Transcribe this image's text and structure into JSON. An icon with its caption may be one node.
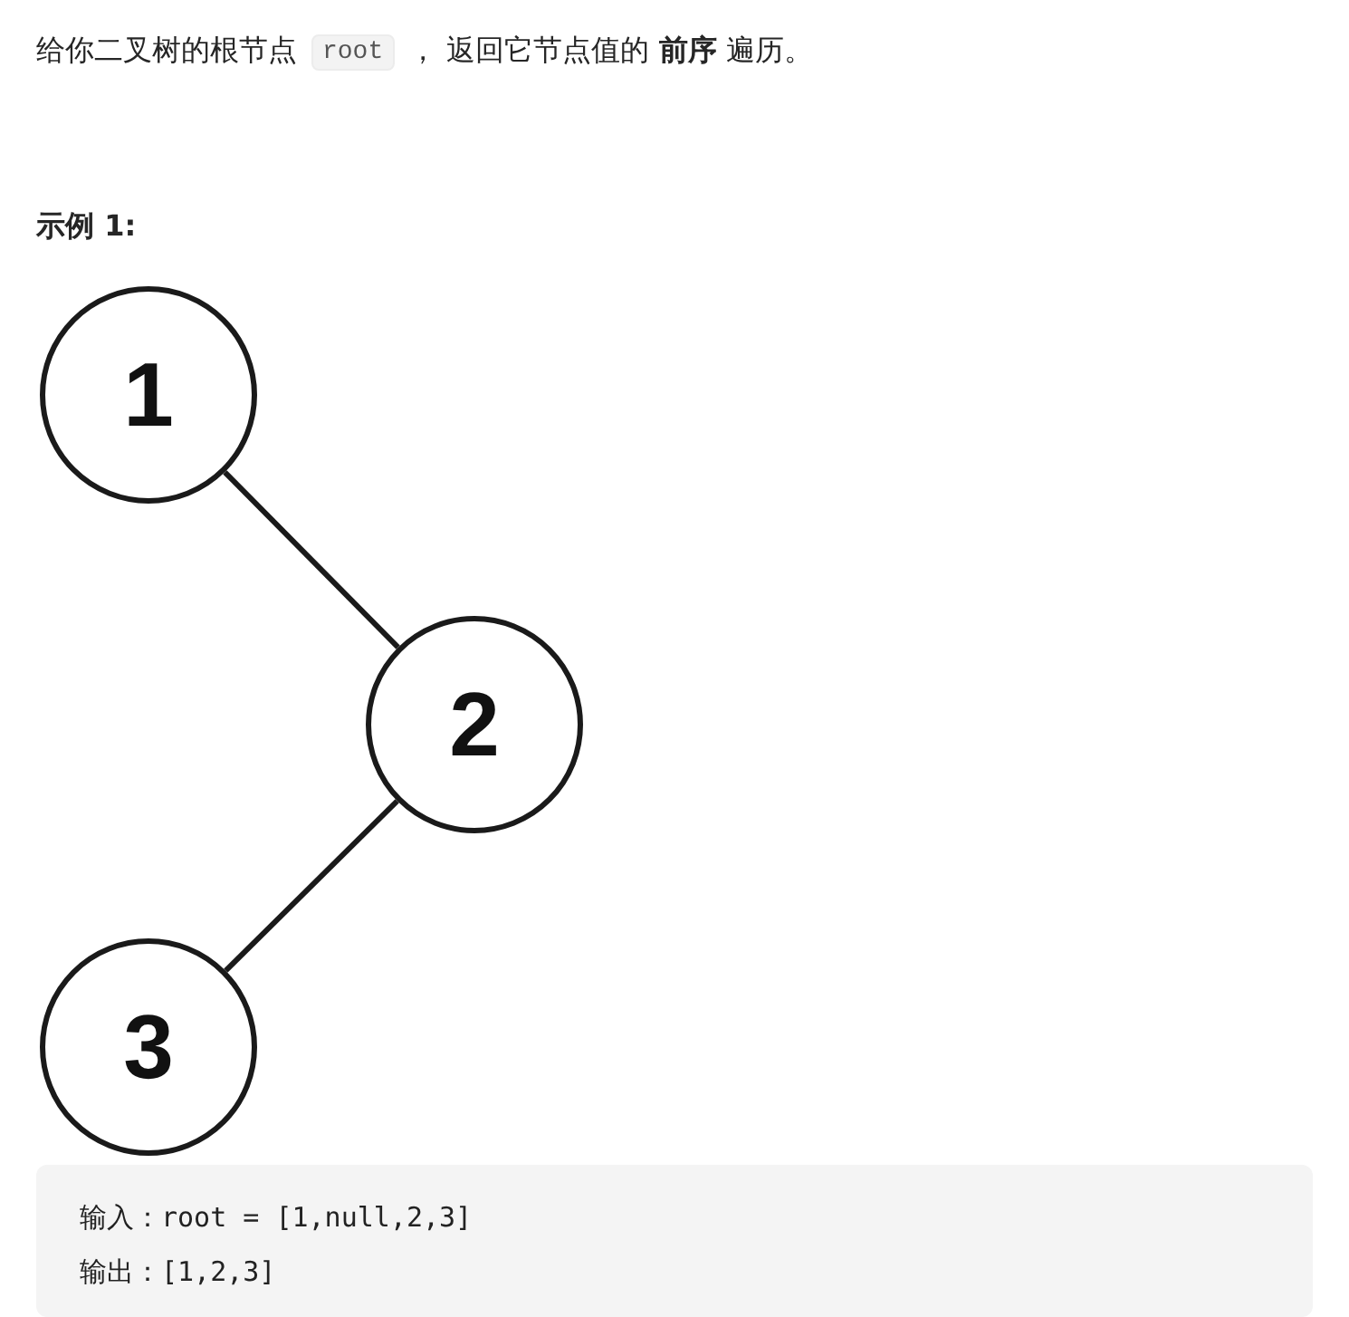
{
  "diagram": {
    "nodes": [
      {
        "text": [
          "1"
        ]
      },
      {
        "text": [
          "2"
        ]
      },
      {
        "text": [
          "3"
        ]
      }
    ],
    "edges": [
      {
        "from": 0,
        "to": 1,
        "arrow": "none"
      },
      {
        "from": 1,
        "to": 2,
        "arrow": "none"
      }
    ],
    "labels": [
      "给你二叉树的根节点",
      "root",
      "， 返回它节点值的 **前序** 遍历。",
      "示例 1:",
      "输入：root = [1,null,2,3]",
      "输出：[1,2,3]"
    ]
  }
}
